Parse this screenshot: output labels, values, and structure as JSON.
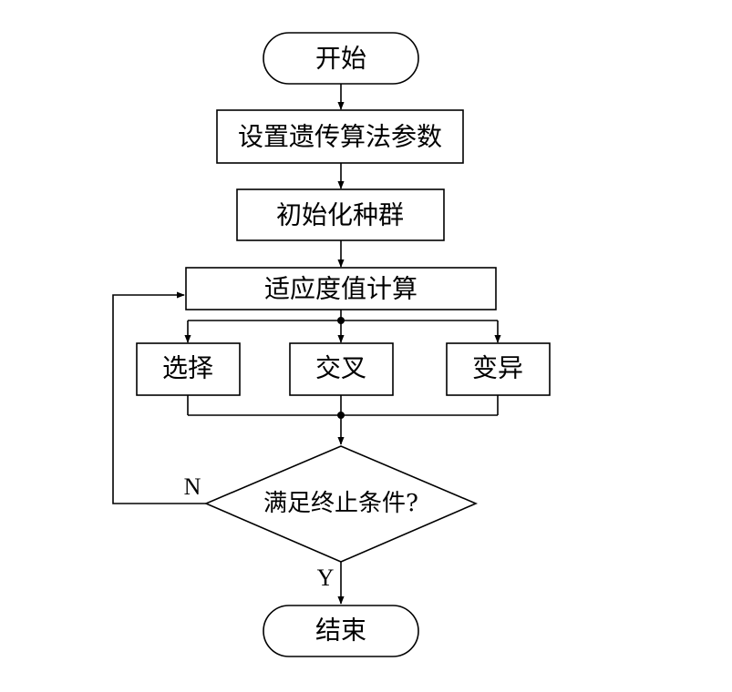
{
  "flowchart": {
    "start": "开始",
    "set_params": "设置遗传算法参数",
    "init_population": "初始化种群",
    "fitness": "适应度值计算",
    "selection": "选择",
    "crossover": "交叉",
    "mutation": "变异",
    "condition": "满足终止条件?",
    "end": "结束",
    "no_label": "N",
    "yes_label": "Y"
  }
}
